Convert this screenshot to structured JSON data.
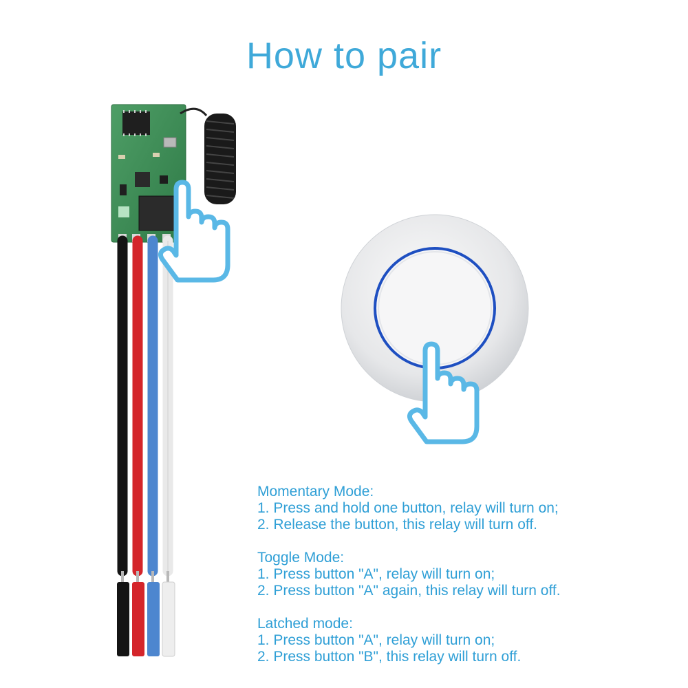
{
  "title": "How to pair",
  "colors": {
    "accent": "#3fa9d9",
    "text": "#2f9fd6",
    "pcb": "#3f8f5a",
    "wire_black": "#141414",
    "wire_red": "#d4252b",
    "wire_blue": "#4d86cf",
    "wire_white": "#f2f2f2",
    "button_ring": "#1e4fc1"
  },
  "icons": [
    "hand-pointer-icon",
    "hand-pointer-icon"
  ],
  "modes": [
    {
      "heading": "Momentary Mode:",
      "lines": [
        "1. Press and hold one button, relay will turn on;",
        "2. Release the button, this relay will turn off."
      ]
    },
    {
      "heading": "Toggle Mode:",
      "lines": [
        "1. Press button \"A\", relay will turn on;",
        "2. Press button \"A\" again, this relay will turn off."
      ]
    },
    {
      "heading": "Latched mode:",
      "lines": [
        "1. Press button \"A\", relay will turn on;",
        "2. Press button \"B\", this relay will turn off."
      ]
    }
  ]
}
